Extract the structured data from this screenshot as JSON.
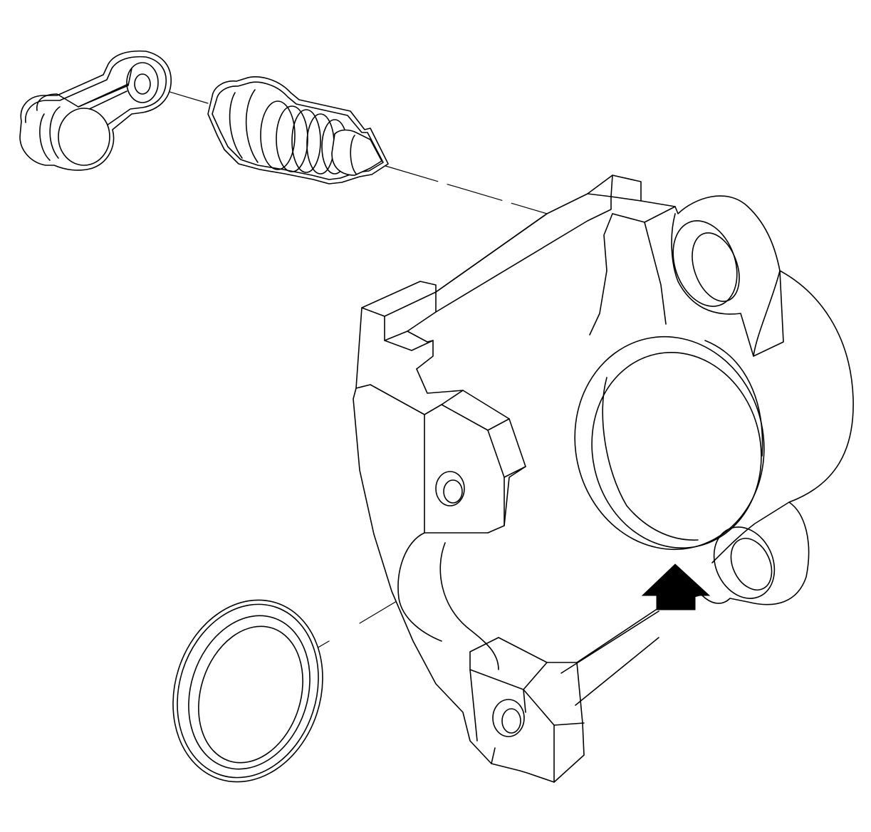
{
  "diagram": {
    "kind": "exploded-view line illustration",
    "colors": {
      "line": "#000000",
      "background": "#ffffff",
      "indicator_arrow": "#000000"
    },
    "components": [
      {
        "id": "guide-pin-bolt",
        "icon": "bolt-icon"
      },
      {
        "id": "guide-pin-boot",
        "icon": "boot-icon"
      },
      {
        "id": "caliper-housing",
        "icon": "caliper-icon"
      },
      {
        "id": "piston-seal",
        "icon": "seal-ring-icon"
      }
    ],
    "indicator": {
      "icon": "up-arrow-icon",
      "direction": "up"
    }
  }
}
